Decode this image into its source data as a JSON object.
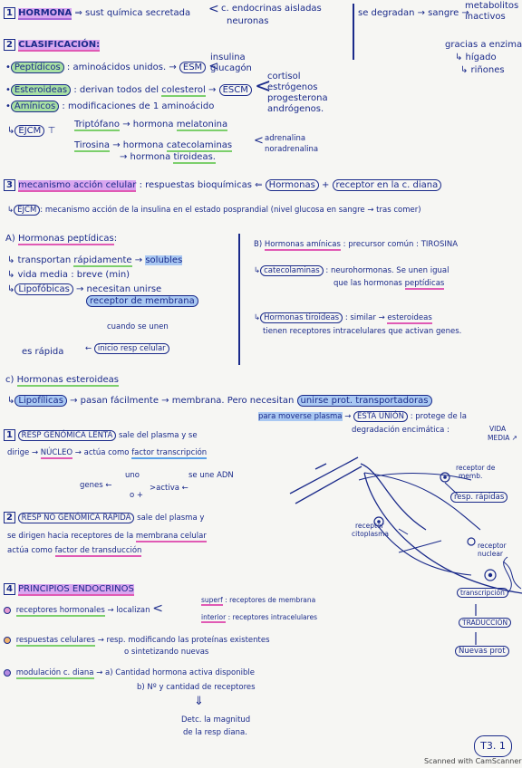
{
  "s1": {
    "num": "1",
    "title": "HORMONA",
    "def": "⇒ sust química secretada",
    "brace_top": "c. endocrinas aisladas",
    "brace_bottom": "neuronas"
  },
  "right_top": {
    "line1": "se degradan → sangre →",
    "metab1": "metabolitos",
    "metab2": "inactivos",
    "gracias": "gracias a enzimas",
    "higado": "↳ hígado",
    "rinones": "↳ riñones"
  },
  "s2": {
    "num": "2",
    "title": "CLASIFICACIÓN:",
    "pep_label": "Peptídicos",
    "pep_text": ": aminoácidos unidos. →",
    "esm": "ESM",
    "insulina": "insulina",
    "glucagon": "glucagón",
    "est_label": "Esteroideas",
    "est_text": ": derivan todos del",
    "colesterol": "colesterol",
    "arrow": "→",
    "escm": "ESCM",
    "cortisol": "cortisol",
    "estrogenos": "estrógenos",
    "progesterona": "progesterona",
    "androgenos": "andrógenos.",
    "amin_label": "Amínicos",
    "amin_text": ": modificaciones de 1 aminoácido",
    "ej": "EJCM",
    "triptofano": "Triptófano",
    "hormona_arrow": "→ hormona",
    "melatonina": "melatonina",
    "tirosina": "Tirosina",
    "hormona2": "→ hormona",
    "catecolaminas": "catecolaminas",
    "hormona3": "→ hormona",
    "tiroideas": "tiroideas.",
    "adrenalina": "adrenalina",
    "noradrenalina": "noradrenalina"
  },
  "s3": {
    "num": "3",
    "title": "mecanismo acción celular",
    "text": ": respuestas bioquímicas ⇐",
    "hormonas": "Hormonas",
    "plus": "+",
    "receptor": "receptor en la c. diana",
    "ej": "EJCM",
    "line2": ": mecanismo acción de la insulina en el estado posprandial (nivel glucosa en sangre → tras comer)"
  },
  "a": {
    "label": "A)",
    "title": "Hormonas peptídicas",
    "l1a": "↳ transportan",
    "l1b": "rápidamente",
    "l1c": "→",
    "solubles": "solubles",
    "l2": "↳ vida media : breve (min)",
    "lipofobicas": "Lipofóbicas",
    "l3": "→ necesitan unirse",
    "receptor_membrana": "receptor de membrana",
    "cuando": "cuando se unen",
    "es_rapida": "es rápida",
    "inicio": "inicio resp celular"
  },
  "b": {
    "label": "B)",
    "title": "Hormonas amínicas",
    "text": ": precursor común : TIROSINA",
    "cat": "catecolaminas",
    "cat_text": ": neurohormonas. Se unen igual",
    "cat_text2": "que las hormonas",
    "peptidicas": "peptídicas",
    "tir": "Hormonas tiroideas",
    "tir_text": ": similar →",
    "esteroideas": "esteroideas",
    "tir_text2": "tienen receptores intracelulares que activan genes."
  },
  "c": {
    "label": "c)",
    "title": "Hormonas esteroideas",
    "lipofilicas": "Lipofílicas",
    "text1": "→ pasan fácilmente → membrana. Pero necesitan",
    "unirse": "unirse prot. transportadoras",
    "para": "para moverse plasma",
    "esta_union": "ESTA UNIÓN",
    "protege": ": protege de la",
    "degradacion": "degradación encimática :",
    "vida": "VIDA",
    "media": "MEDIA ↗",
    "r1_num": "1",
    "r1_title": "RESP GENÓMICA LENTA",
    "r1_text": "sale del plasma y se",
    "r1_text2": "dirige →",
    "nucleo": "NÚCLEO",
    "r1_text3": "→ actúa como",
    "factor": "factor transcripción",
    "uno": "uno",
    "se_une": "se une ADN",
    "genes": "genes",
    "o_plus": "o +",
    "activa": "activa",
    "r2_num": "2",
    "r2_title": "RESP NO GENÓMICA RÁPIDA",
    "r2_text": "sale del plasma y",
    "r2_text2": "se dirigen hacia receptores de la",
    "membrana": "membrana celular",
    "r2_text3": "actúa como",
    "transduccion": "factor de transducción"
  },
  "diagram": {
    "receptor_memb": "receptor de",
    "receptor_memb2": "memb.",
    "resp_rapidas": "resp. rápidas",
    "receptor_cito": "receptor",
    "receptor_cito2": "citoplasma",
    "receptor_nuc": "receptor",
    "receptor_nuc2": "nuclear",
    "transcripcion": "transcripción",
    "traduccion": "TRADUCCIÓN",
    "nuevas": "Nuevas prot"
  },
  "s4": {
    "num": "4",
    "title": "PRINCIPIOS ENDOCRINOS",
    "rh": "receptores hormonales",
    "rh_text": "→ localizan",
    "superf": "superf",
    "superf_text": ": receptores de membrana",
    "interior": "interior",
    "interior_text": ": receptores intracelulares",
    "rc": "respuestas celulares",
    "rc_text": "→ resp. modificando las proteínas existentes",
    "rc_text2": "o sintetizando nuevas",
    "mod": "modulación c. diana",
    "mod_text": "→ a) Cantidad hormona activa disponible",
    "mod_text2": "b) Nº y cantidad de receptores",
    "arrow_down": "⇓",
    "detc": "Detc. la magnitud",
    "detc2": "de la resp diana."
  },
  "page_tag": "T3. 1",
  "scanner": "Scanned with CamScanner"
}
